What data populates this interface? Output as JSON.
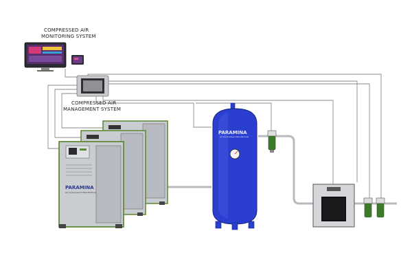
{
  "labels": {
    "monitoring_line1": "COMPRESSED AIR",
    "monitoring_line2": "MONITORING SYSTEM",
    "management_line1": "COMPRESSED AIR",
    "management_line2": "MANAGEMENT SYSTEM"
  },
  "branding": {
    "tank_brand": "PARAMINA",
    "tank_tagline": "Air Compressors Manufacturer",
    "compressor_brand": "PARAMINA",
    "compressor_tagline": "Air Compressors Manufacturer"
  },
  "components": {
    "monitor": "monitoring-monitor",
    "tablet": "monitoring-tablet",
    "controller": "management-controller",
    "compressors": [
      "compressor-1",
      "compressor-2",
      "compressor-3"
    ],
    "tank": "air-receiver-tank",
    "filter": "line-filter",
    "dryer": "air-dryer",
    "outlet_filters": [
      "outlet-filter-1",
      "outlet-filter-2"
    ]
  },
  "colors": {
    "tank_blue": "#2a3fd0",
    "compressor_body": "#c9ccd1",
    "compressor_trim": "#5f8a3a",
    "pipe": "#d2d4d8",
    "filter_green": "#3d7a2a"
  }
}
